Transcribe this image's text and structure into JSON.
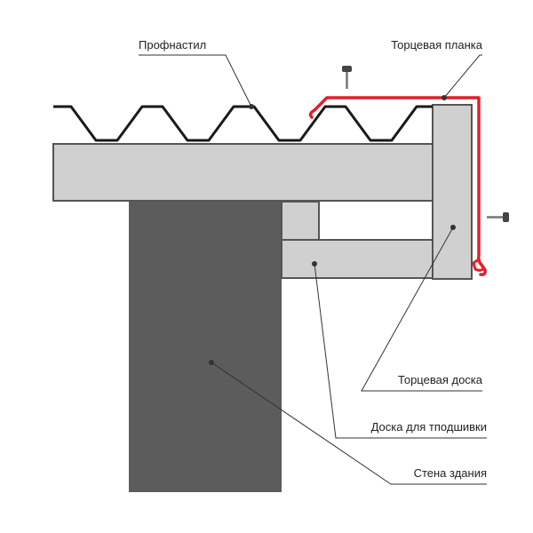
{
  "labels": {
    "profnastil": "Профнастил",
    "torcevaya_planka": "Торцевая планка",
    "torcevaya_doska": "Торцевая доска",
    "doska_podshivki": "Доска для тподшивки",
    "stena": "Стена здания"
  },
  "colors": {
    "background": "#ffffff",
    "board": "#d0d0d0",
    "board_stroke": "#555555",
    "wall": "#5c5c5c",
    "sheet": "#1a1a1a",
    "trim": "#e0202a",
    "leader": "#333333"
  },
  "icons": {
    "screw_top": "screw-icon",
    "screw_side": "screw-icon"
  }
}
